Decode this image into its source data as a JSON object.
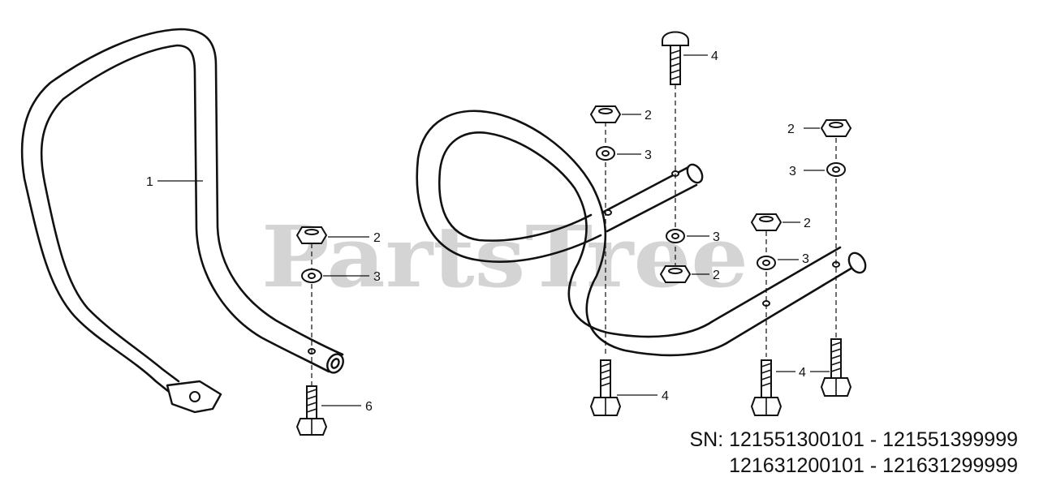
{
  "watermark": "PartsTree",
  "callouts": {
    "handle": "1",
    "nut": "2",
    "lock_washer": "3",
    "carriage_bolt": "4",
    "hex_bolt": "6"
  },
  "serial": {
    "line1": "SN: 121551300101 - 121551399999",
    "line2": "121631200101 - 121631299999"
  }
}
